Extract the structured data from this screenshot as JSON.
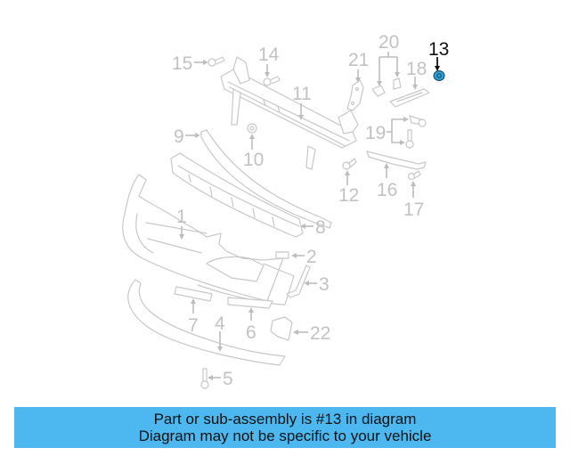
{
  "diagram": {
    "highlighted_part": "13",
    "highlight_color": "#2a9fd8",
    "callouts": [
      {
        "id": "1",
        "label": "1"
      },
      {
        "id": "2",
        "label": "2"
      },
      {
        "id": "3",
        "label": "3"
      },
      {
        "id": "4",
        "label": "4"
      },
      {
        "id": "5",
        "label": "5"
      },
      {
        "id": "6",
        "label": "6"
      },
      {
        "id": "7",
        "label": "7"
      },
      {
        "id": "8",
        "label": "8"
      },
      {
        "id": "9",
        "label": "9"
      },
      {
        "id": "10",
        "label": "10"
      },
      {
        "id": "11",
        "label": "11"
      },
      {
        "id": "12",
        "label": "12"
      },
      {
        "id": "13",
        "label": "13"
      },
      {
        "id": "14",
        "label": "14"
      },
      {
        "id": "15",
        "label": "15"
      },
      {
        "id": "16",
        "label": "16"
      },
      {
        "id": "17",
        "label": "17"
      },
      {
        "id": "18",
        "label": "18"
      },
      {
        "id": "19",
        "label": "19"
      },
      {
        "id": "20",
        "label": "20"
      },
      {
        "id": "21",
        "label": "21"
      },
      {
        "id": "22",
        "label": "22"
      }
    ]
  },
  "banner": {
    "line1": "Part or sub-assembly is #13 in diagram",
    "line2": "Diagram may not be specific to your vehicle",
    "background": "#4db8f0"
  }
}
